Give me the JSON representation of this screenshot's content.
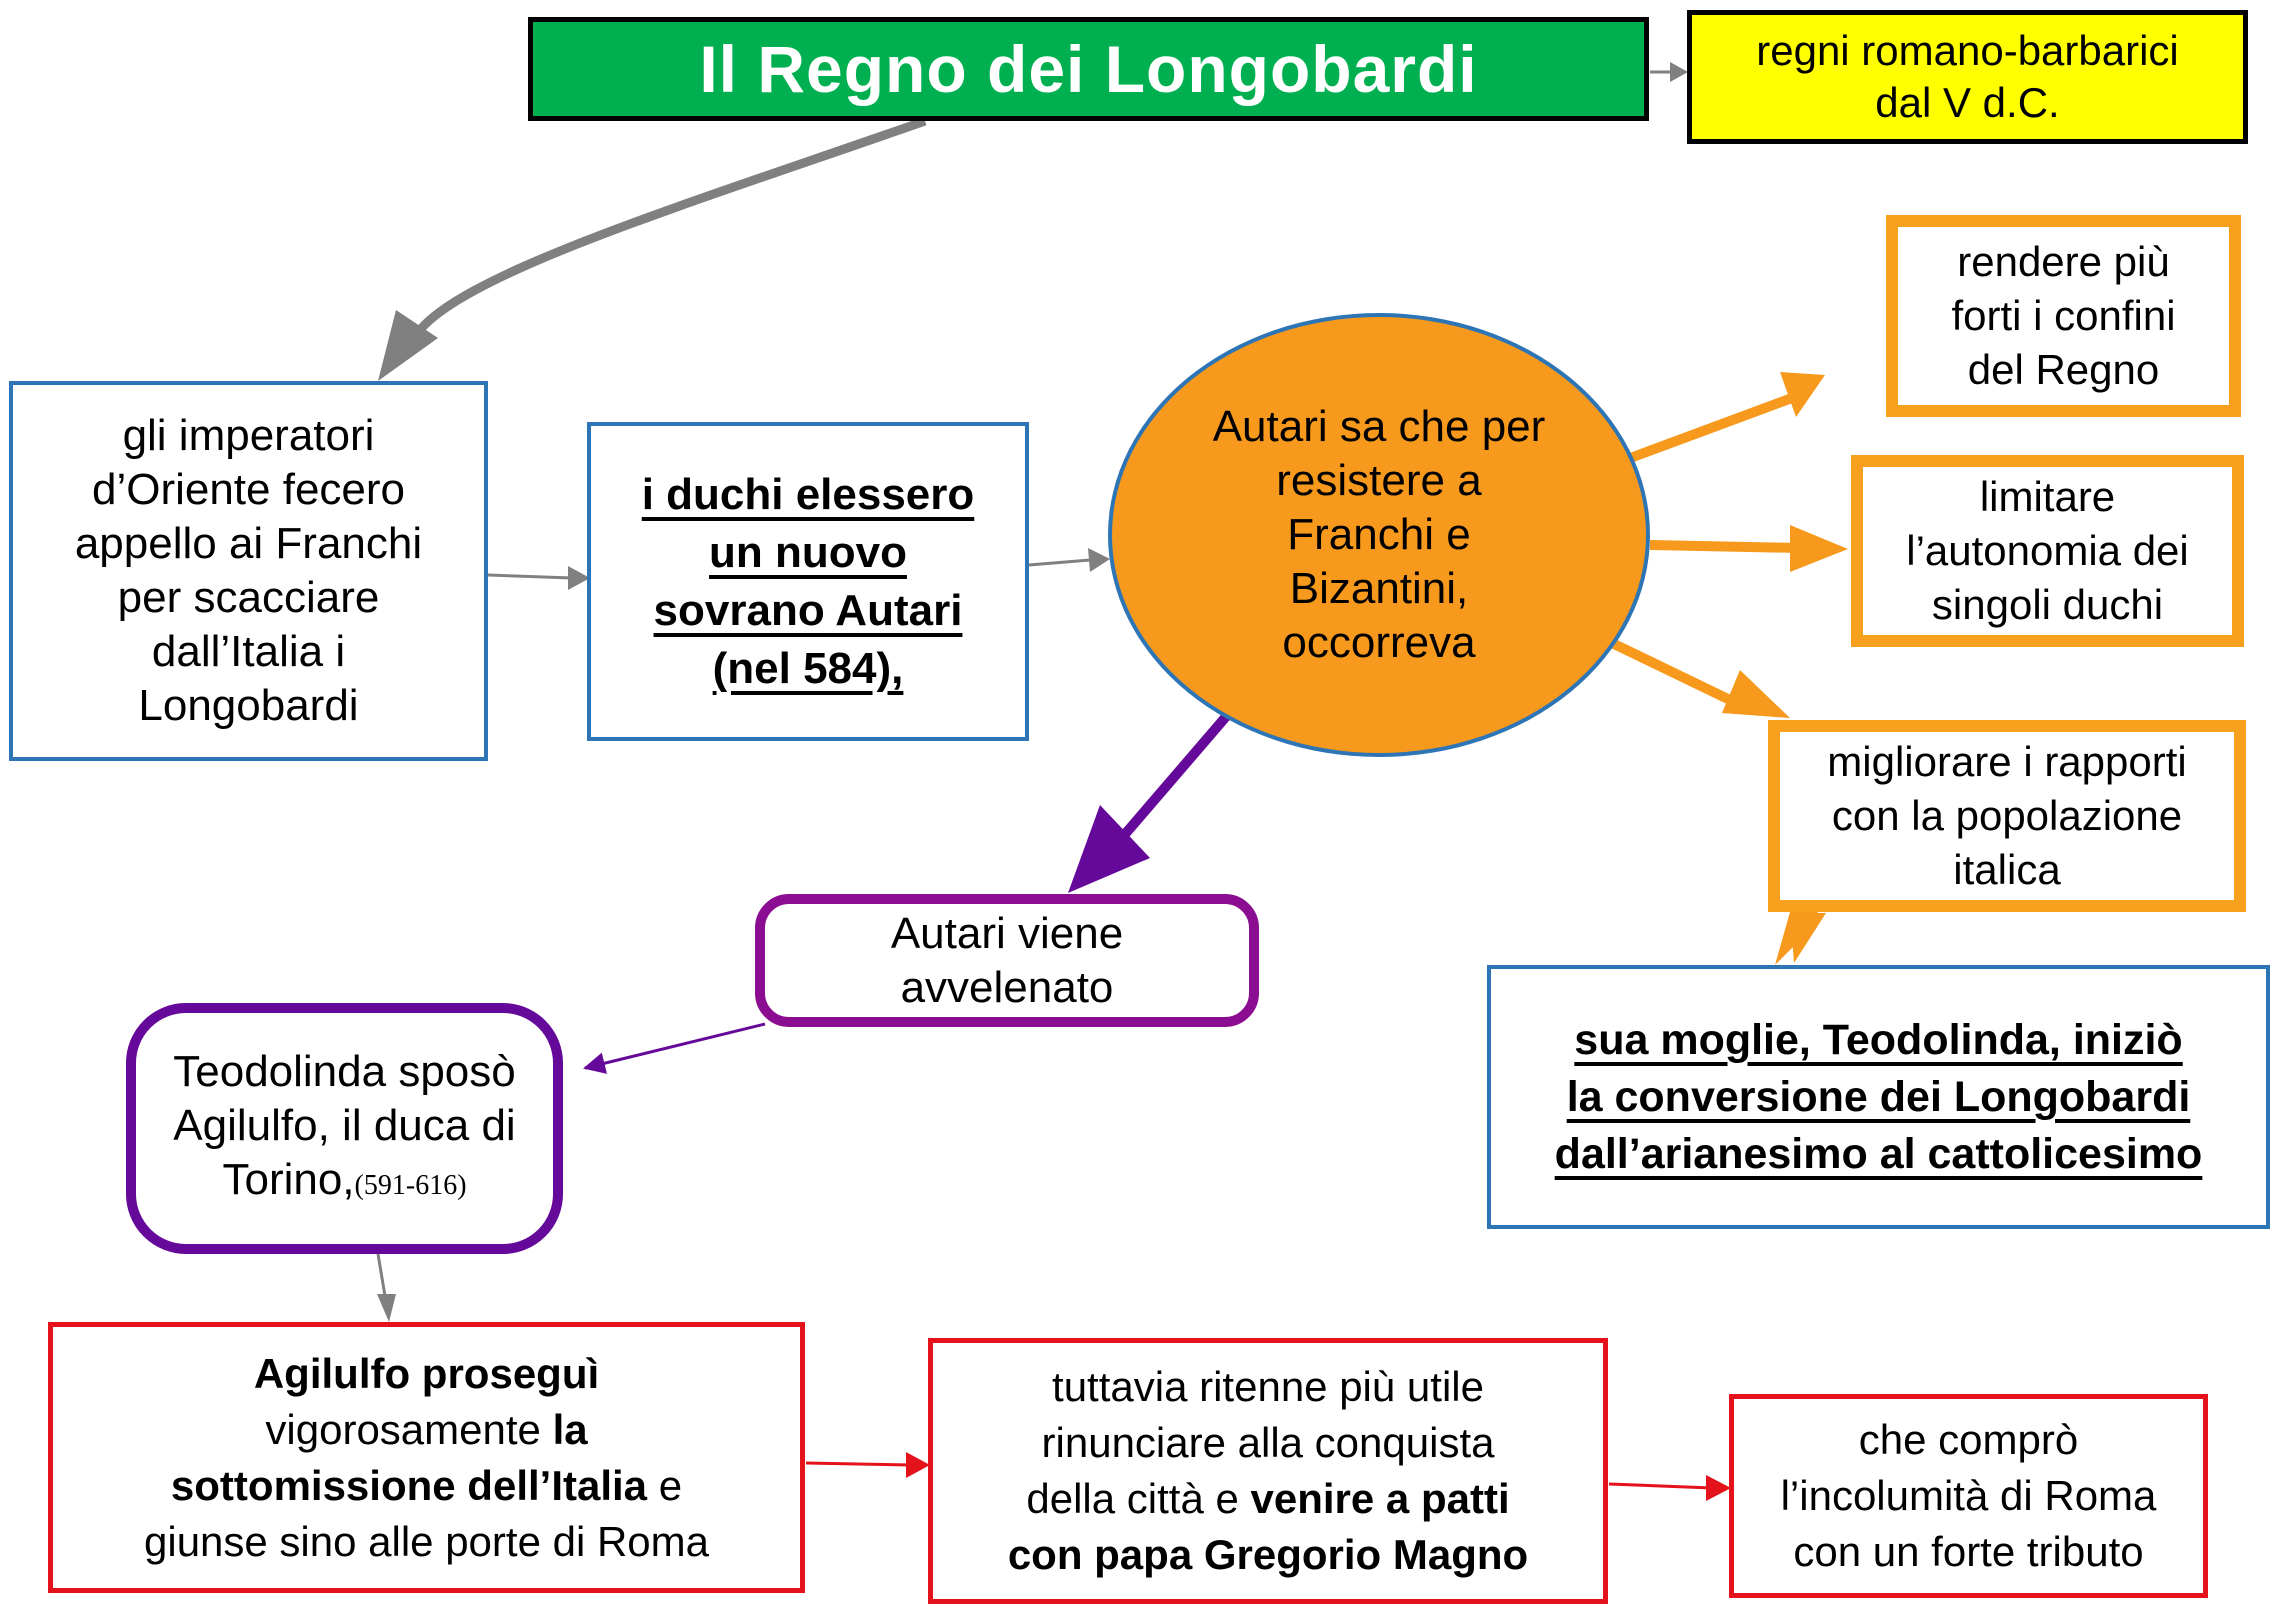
{
  "title": "Il Regno dei Longobardi",
  "context_box": {
    "lines": [
      "regni  romano-barbarici",
      "dal V d.C."
    ]
  },
  "box_appeal": {
    "lines": [
      "gli  imperatori",
      "d’Oriente  fecero",
      "appello ai Franchi",
      "per scacciare",
      "dall’Italia i",
      "Longobardi"
    ]
  },
  "box_election": {
    "lines": [
      "i duchi elessero",
      "un nuovo",
      "sovrano Autari",
      "(nel 584),"
    ]
  },
  "central_ellipse": {
    "lines": [
      "Autari sa che per",
      "resistere a",
      "Franchi e",
      "Bizantini,",
      "occorreva"
    ]
  },
  "goal_1": {
    "lines": [
      "rendere  più",
      "forti i confini",
      "del Regno"
    ]
  },
  "goal_2": {
    "lines": [
      "limitare",
      "l’autonomia dei",
      "singoli  duchi"
    ]
  },
  "goal_3": {
    "lines": [
      "migliorare i rapporti",
      "con la  popolazione",
      "italica"
    ]
  },
  "conversion_box": {
    "lines": [
      "sua  moglie,  Teodolinda,   iniziò",
      "la  conversione  dei  Longobardi",
      "dall’arianesimo  al  cattolicesimo"
    ]
  },
  "poisoned_box": {
    "lines": [
      "Autari viene",
      "avvelenato"
    ]
  },
  "marriage_box": {
    "lines": [
      "Teodolinda  sposò",
      "Agilulfo,  il duca di"
    ],
    "line3_main": "Torino,",
    "line3_dates": "(591-616)"
  },
  "agilulfo_box": {
    "l1": "Agilulfo  proseguì",
    "l2_normal": "vigorosamente ",
    "l2_bold": "la",
    "l3_bold": "sottomissione  dell’Italia",
    "l3_normal": " e",
    "l4": "giunse sino alle porte di Roma"
  },
  "pact_box": {
    "l1": "tuttavia ritenne più utile",
    "l2": "rinunciare alla conquista",
    "l3_normal": "della città e ",
    "l3_bold": "venire a patti",
    "l4": "con papa  Gregorio  Magno"
  },
  "tribute_box": {
    "lines": [
      "che  comprò",
      "l’incolumità  di Roma",
      "con un forte tributo"
    ]
  },
  "colors": {
    "title_bg": "#00b050",
    "context_bg": "#ffff00",
    "blue_border": "#2e75b6",
    "orange": "#f7991c",
    "purple": "#8b0d91",
    "dark_purple": "#65099a",
    "red": "#e3121b",
    "gray_arrow": "#808080"
  }
}
